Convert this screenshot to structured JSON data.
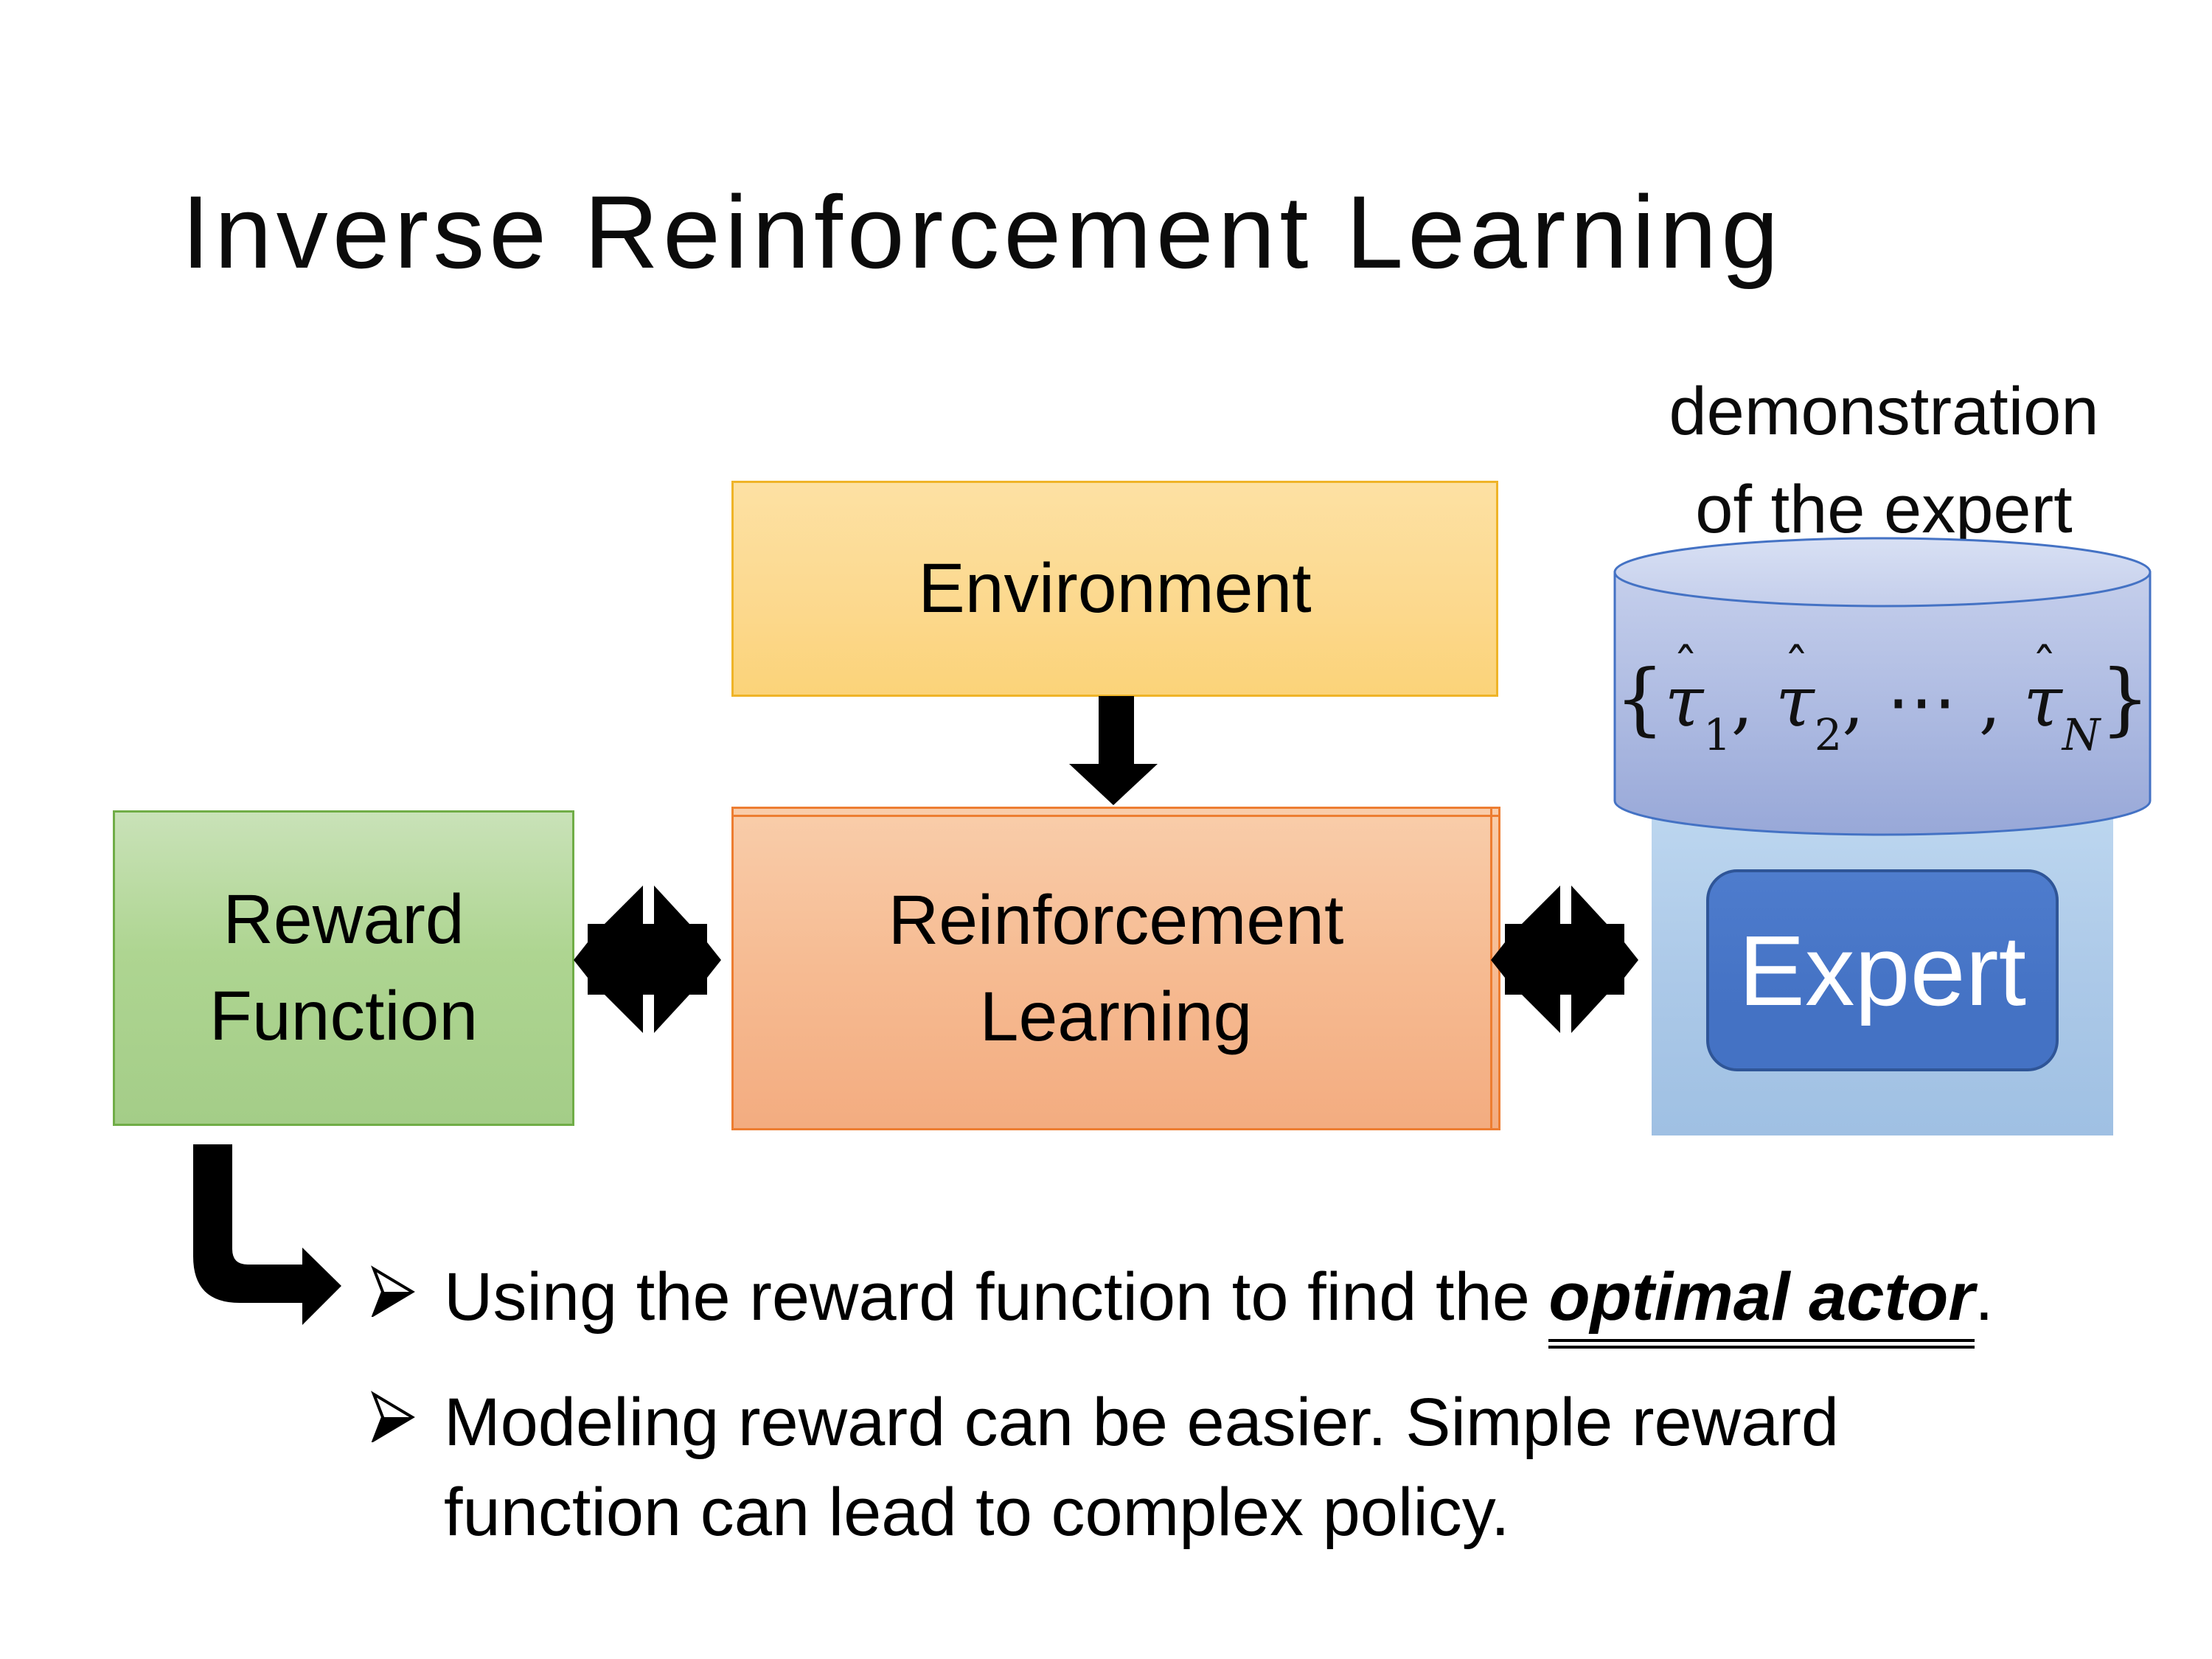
{
  "slide": {
    "title": "Inverse Reinforcement Learning",
    "background": "#FFFFFF",
    "text_color": "#000000"
  },
  "diagram": {
    "demo_label": {
      "line1": "demonstration",
      "line2": "of the expert"
    },
    "environment": {
      "label": "Environment",
      "fill_top": "#FDE1A3",
      "fill_bottom": "#FBD379",
      "border": "#EFB428"
    },
    "reward_function": {
      "line1": "Reward",
      "line2": "Function",
      "fill_top": "#C9E2B8",
      "fill_bottom": "#A4CD88",
      "border": "#70AD47"
    },
    "reinforcement_learning": {
      "line1": "Reinforcement",
      "line2": "Learning",
      "fill_top": "#F9CDAA",
      "fill_bottom": "#F3AC80",
      "border": "#ED7D31"
    },
    "expert": {
      "label": "Expert",
      "fill": "#4472C4",
      "border": "#2F5597",
      "text_color": "#FFFFFF"
    },
    "expert_panel": {
      "fill_top": "#BCD6EF",
      "fill_bottom": "#9FC0E3"
    },
    "demonstration_database": {
      "formula_open": "{",
      "tau": "τ",
      "hat": "ˆ",
      "sub_1": "1",
      "sep_1": ", ",
      "sub_2": "2",
      "sep_2": ", ",
      "dots": "⋯",
      "sep_3": " , ",
      "sub_n": "N",
      "formula_close": "}",
      "top_fill": "#D2DBF2",
      "body_fill_top": "#C5CFEC",
      "body_fill_bottom": "#98A8D8",
      "border": "#4472C4"
    },
    "arrow_color": "#000000"
  },
  "bullets": {
    "marker_icon": "right-arrowhead-3d",
    "items": [
      {
        "text_before": "Using the reward function to find the ",
        "text_emphasis": "optimal actor",
        "text_after": "."
      },
      {
        "line1": "Modeling reward can be easier. Simple reward",
        "line2": "function can lead to complex policy."
      }
    ]
  }
}
